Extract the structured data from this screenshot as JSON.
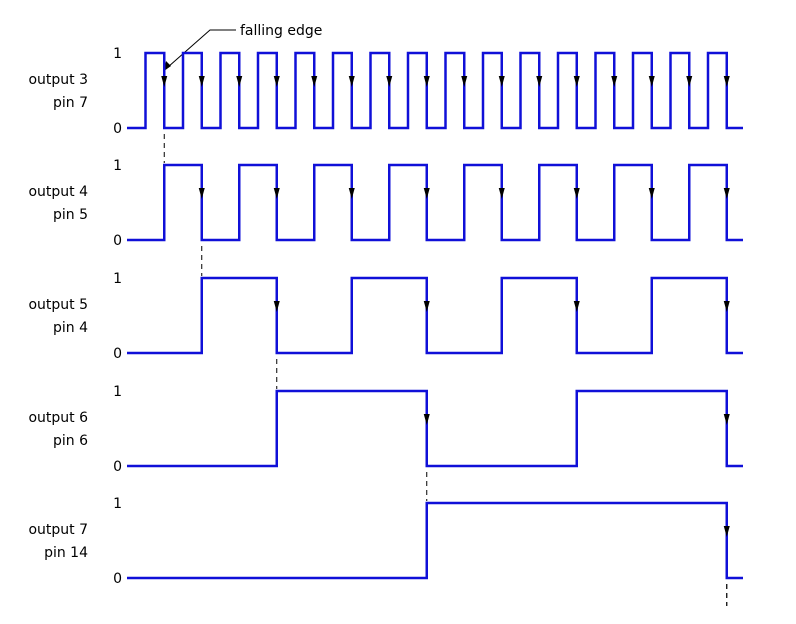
{
  "annotation": {
    "text": "falling edge"
  },
  "level_labels": {
    "high": "1",
    "low": "0"
  },
  "colors": {
    "waveform": "#1010d8",
    "text": "#000000",
    "background": "#ffffff"
  },
  "signals": [
    {
      "name": "output 3",
      "pin": "pin 7",
      "divider": 1
    },
    {
      "name": "output 4",
      "pin": "pin 5",
      "divider": 2
    },
    {
      "name": "output 5",
      "pin": "pin 4",
      "divider": 4
    },
    {
      "name": "output 6",
      "pin": "pin 6",
      "divider": 8
    },
    {
      "name": "output 7",
      "pin": "pin 14",
      "divider": 16
    }
  ]
}
